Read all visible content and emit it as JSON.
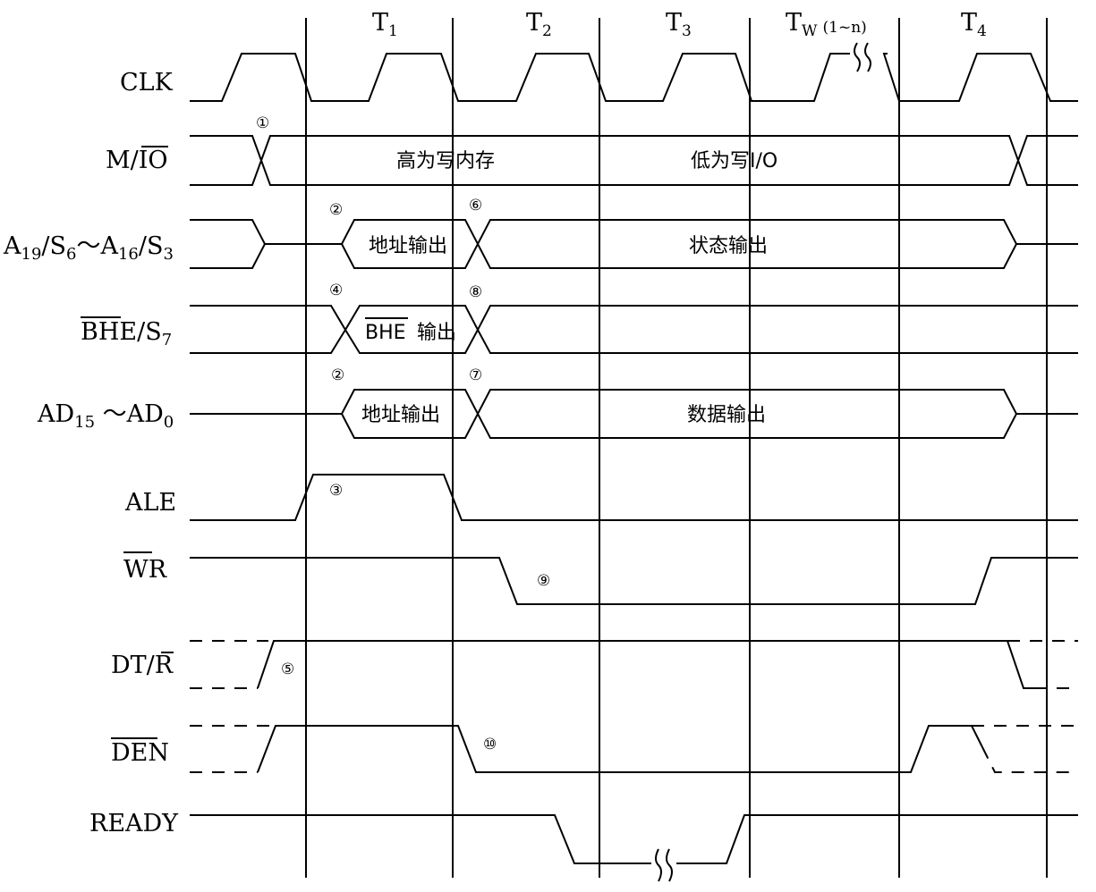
{
  "period_headers": [
    {
      "main": "T",
      "sub": "1"
    },
    {
      "main": "T",
      "sub": "2"
    },
    {
      "main": "T",
      "sub": "3"
    },
    {
      "main": "T",
      "sub": "W",
      "suffix": "(1~n)"
    },
    {
      "main": "T",
      "sub": "4"
    }
  ],
  "signals": {
    "clk": "CLK",
    "mio": {
      "pre": "M/",
      "bar": "IO"
    },
    "a19": {
      "parts": [
        "A",
        "19",
        "/S",
        "6",
        "～A",
        "16",
        "/S",
        "3"
      ]
    },
    "bhe": {
      "bar": "BHE",
      "post": "/S",
      "sub": "7"
    },
    "ad": {
      "parts": [
        "AD",
        "15",
        " ～AD",
        "0"
      ]
    },
    "ale": "ALE",
    "wr": {
      "bar": "WR"
    },
    "dtr": {
      "pre": "DT/",
      "bar": "R"
    },
    "den": {
      "bar": "DEN"
    },
    "ready": "READY"
  },
  "labels": {
    "mio_high": "高为写内存",
    "mio_low": "低为写I/O",
    "addr_out": "地址输出",
    "status_out": "状态输出",
    "bhe_out_bar": "BHE",
    "bhe_out_text": "输出",
    "addr_out2": "地址输出",
    "data_out": "数据输出"
  },
  "markers": [
    "①",
    "②",
    "③",
    "④",
    "⑤",
    "⑥",
    "⑦",
    "⑧",
    "⑨",
    "⑩"
  ]
}
